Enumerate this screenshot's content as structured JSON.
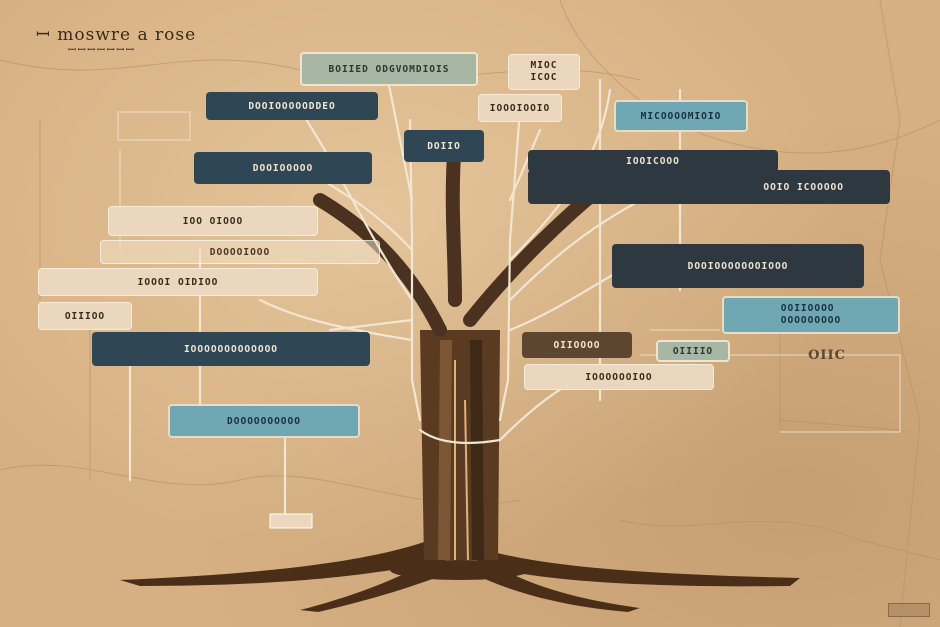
{
  "title": "ꟷ moswre a rose",
  "subtitle": "ꟷꟷꟷꟷꟷꟷꟷ",
  "boxes": {
    "top_center": "BOIIED ODGVOMDIOIS",
    "top_right_small": "MIOC\nICOC",
    "right_teal_1": "MICOOOOMIOIO",
    "left_navy_1": "DOOIOOOOODDEO",
    "mid_cream_1": "IOOOIOOIO",
    "left_navy_2": "DOOIOOOOO",
    "mid_navy_small": "DOIIO",
    "right_dark_band": "OOIO ICOOOOO",
    "right_dark_label": "IOOICOOO",
    "left_cream_1": "IOO OIOOO",
    "left_grey_1": "DOOOOIOOO",
    "left_cream_2": "IOOOI OIDIOO",
    "left_cream_3": "OIIIOO",
    "right_dark_2": "DOOIOOOOOOOIOOO",
    "right_teal_2": "OOIIOOOO\nOOOOOOOOO",
    "left_navy_3": "IOOOOOOOOOOOOO",
    "mid_brown": "OIIOOOO",
    "mid_cream_2": "IOOOOOOIOO",
    "left_teal": "DOOOOOOOOOO",
    "right_sage": "OIIIIO",
    "right_stamp_text": "OIIC"
  },
  "colors": {
    "background": "#d6b082",
    "trunk": "#5a3b22",
    "navy": "#2f4655",
    "teal": "#6fa7b3",
    "cream": "#ead7bd"
  }
}
